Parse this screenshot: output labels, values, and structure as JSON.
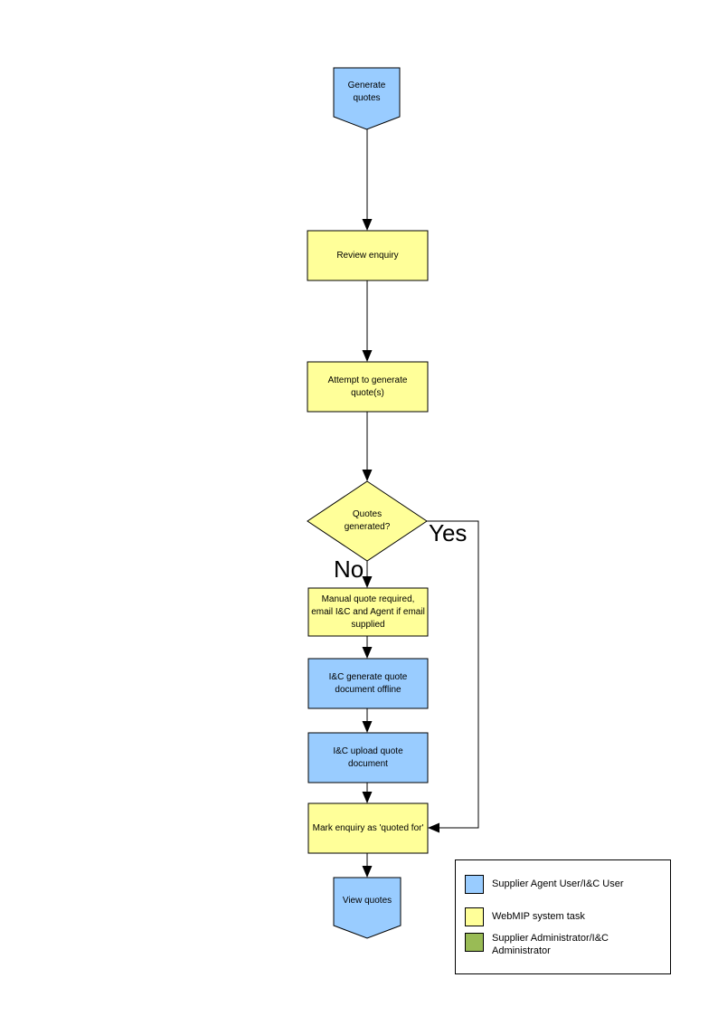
{
  "diagram": {
    "nodes": {
      "start": {
        "label": "Generate quotes",
        "type": "terminator"
      },
      "review": {
        "label": "Review enquiry",
        "type": "process"
      },
      "attempt": {
        "label": "Attempt to generate quote(s)",
        "type": "process"
      },
      "decision": {
        "label": "Quotes generated?",
        "type": "decision"
      },
      "manual": {
        "label": "Manual quote required, email I&C and Agent if email supplied",
        "type": "process"
      },
      "offline": {
        "label": "I&C generate quote document offline",
        "type": "process"
      },
      "upload": {
        "label": "I&C upload quote document",
        "type": "process"
      },
      "mark": {
        "label": "Mark enquiry as 'quoted for'",
        "type": "process"
      },
      "end": {
        "label": "View quotes",
        "type": "terminator"
      }
    },
    "edges": {
      "yes_label": "Yes",
      "no_label": "No"
    },
    "colors": {
      "agent_user_blue": "#99CCFF",
      "system_task_yellow": "#FFFF99",
      "administrator_green": "#99BB55",
      "outline": "#000000"
    },
    "legend": {
      "items": [
        {
          "label": "Supplier Agent User/I&C User",
          "color": "#99CCFF"
        },
        {
          "label": "WebMIP system task",
          "color": "#FFFF99"
        },
        {
          "label": "Supplier Administrator/I&C Administrator",
          "color": "#99BB55"
        }
      ]
    }
  }
}
